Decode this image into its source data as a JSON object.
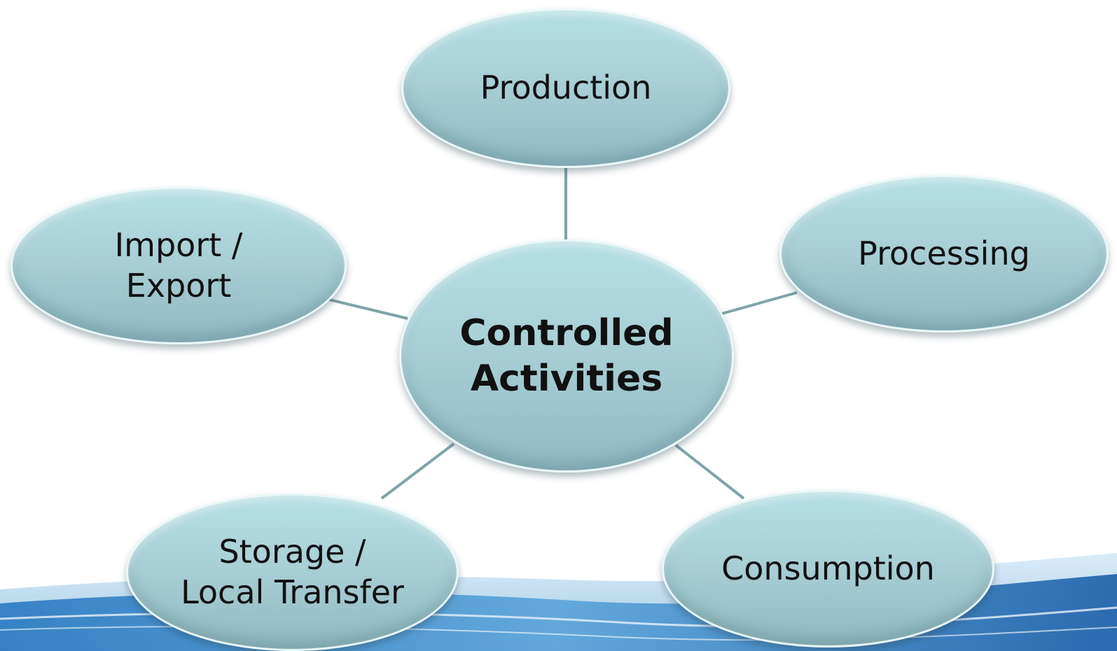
{
  "diagram": {
    "center": {
      "line1": "Controlled",
      "line2": "Activities"
    },
    "nodes": {
      "production": {
        "line1": "Production"
      },
      "processing": {
        "line1": "Processing"
      },
      "import_export": {
        "line1": "Import /",
        "line2": "Export"
      },
      "storage": {
        "line1": "Storage /",
        "line2": "Local Transfer"
      },
      "consumption": {
        "line1": "Consumption"
      }
    }
  },
  "colors": {
    "node_fill": "#a8d0d5",
    "connector": "#7fa3a8",
    "wave": "#1f6fb5"
  }
}
